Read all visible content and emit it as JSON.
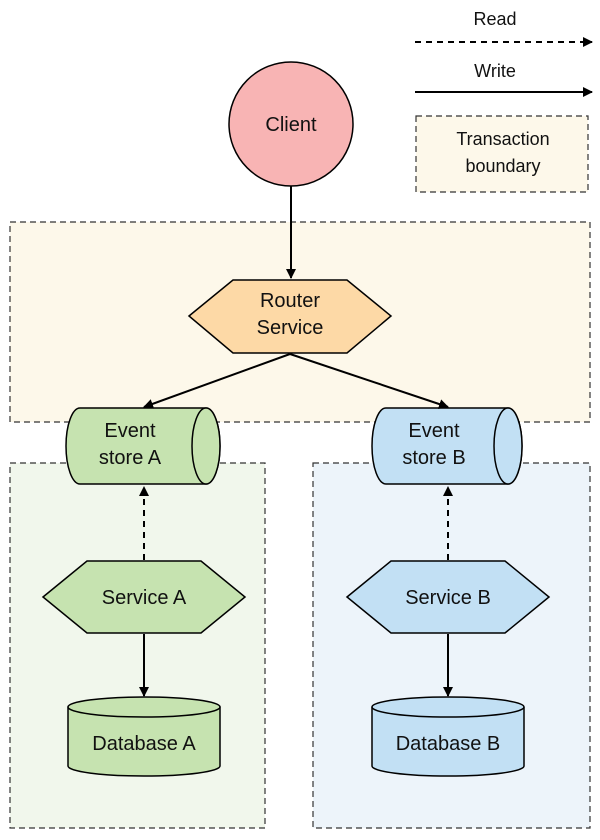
{
  "legend": {
    "read_label": "Read",
    "write_label": "Write",
    "transaction_line1": "Transaction",
    "transaction_line2": "boundary"
  },
  "nodes": {
    "client": "Client",
    "router_line1": "Router",
    "router_line2": "Service",
    "event_store_a_line1": "Event",
    "event_store_a_line2": "store A",
    "event_store_b_line1": "Event",
    "event_store_b_line2": "store B",
    "service_a": "Service A",
    "service_b": "Service B",
    "database_a": "Database A",
    "database_b": "Database B"
  },
  "colors": {
    "client_fill": "#f8b4b4",
    "router_fill": "#fdd9a6",
    "green_fill": "#c6e3b0",
    "blue_fill": "#c2e0f4",
    "top_boundary_fill": "#fdf8ea",
    "left_boundary_fill": "#f1f7ec",
    "right_boundary_fill": "#edf4fa"
  }
}
